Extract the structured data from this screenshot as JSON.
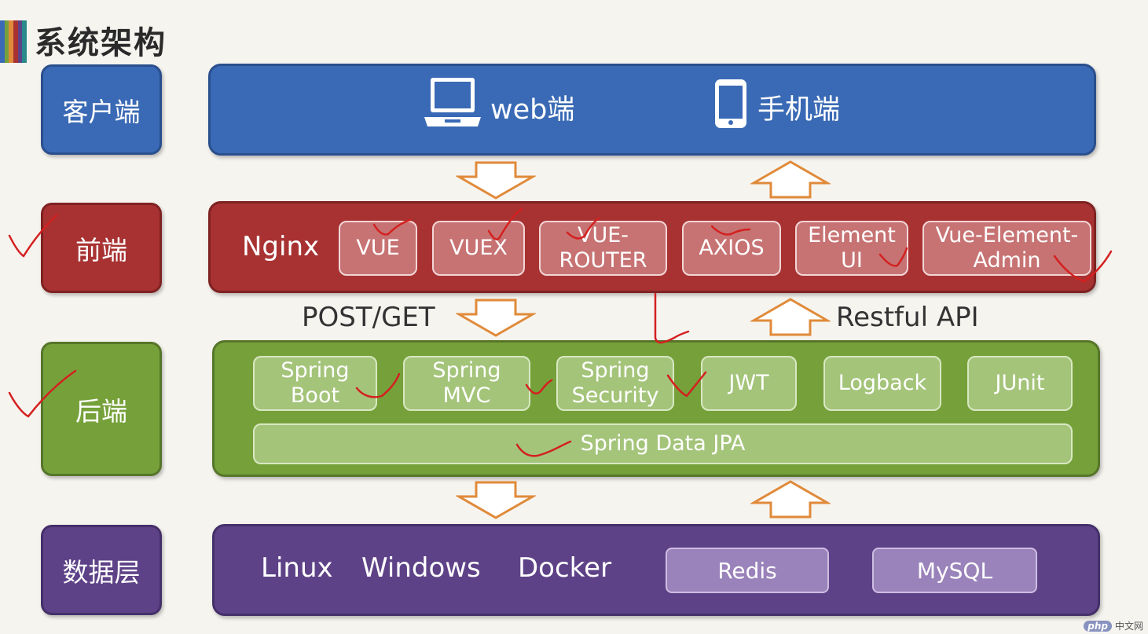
{
  "title": "系统架构",
  "colors": {
    "client": "#3a6ab5",
    "frontend": "#a83232",
    "backend": "#76a13a",
    "data": "#5e4287",
    "arrow": "#e08a3a",
    "annotation": "#d42020"
  },
  "layers": {
    "client": "客户端",
    "frontend": "前端",
    "backend": "后端",
    "data": "数据层"
  },
  "client": {
    "web": {
      "icon": "laptop-icon",
      "label": "web端"
    },
    "mobile": {
      "icon": "phone-icon",
      "label": "手机端"
    }
  },
  "frontend": {
    "server": "Nginx",
    "chips": [
      "VUE",
      "VUEX",
      "VUE-\nROUTER",
      "AXIOS",
      "Element\nUI",
      "Vue-Element-\nAdmin"
    ]
  },
  "flows": {
    "request": "POST/GET",
    "response": "Restful API"
  },
  "backend": {
    "chips": [
      "Spring\nBoot",
      "Spring\nMVC",
      "Spring\nSecurity",
      "JWT",
      "Logback",
      "JUnit"
    ],
    "data_access": "Spring Data JPA"
  },
  "data": {
    "platforms": [
      "Linux",
      "Windows",
      "Docker"
    ],
    "stores": [
      "Redis",
      "MySQL"
    ]
  },
  "watermark": {
    "logo": "php",
    "text": "中文网"
  }
}
